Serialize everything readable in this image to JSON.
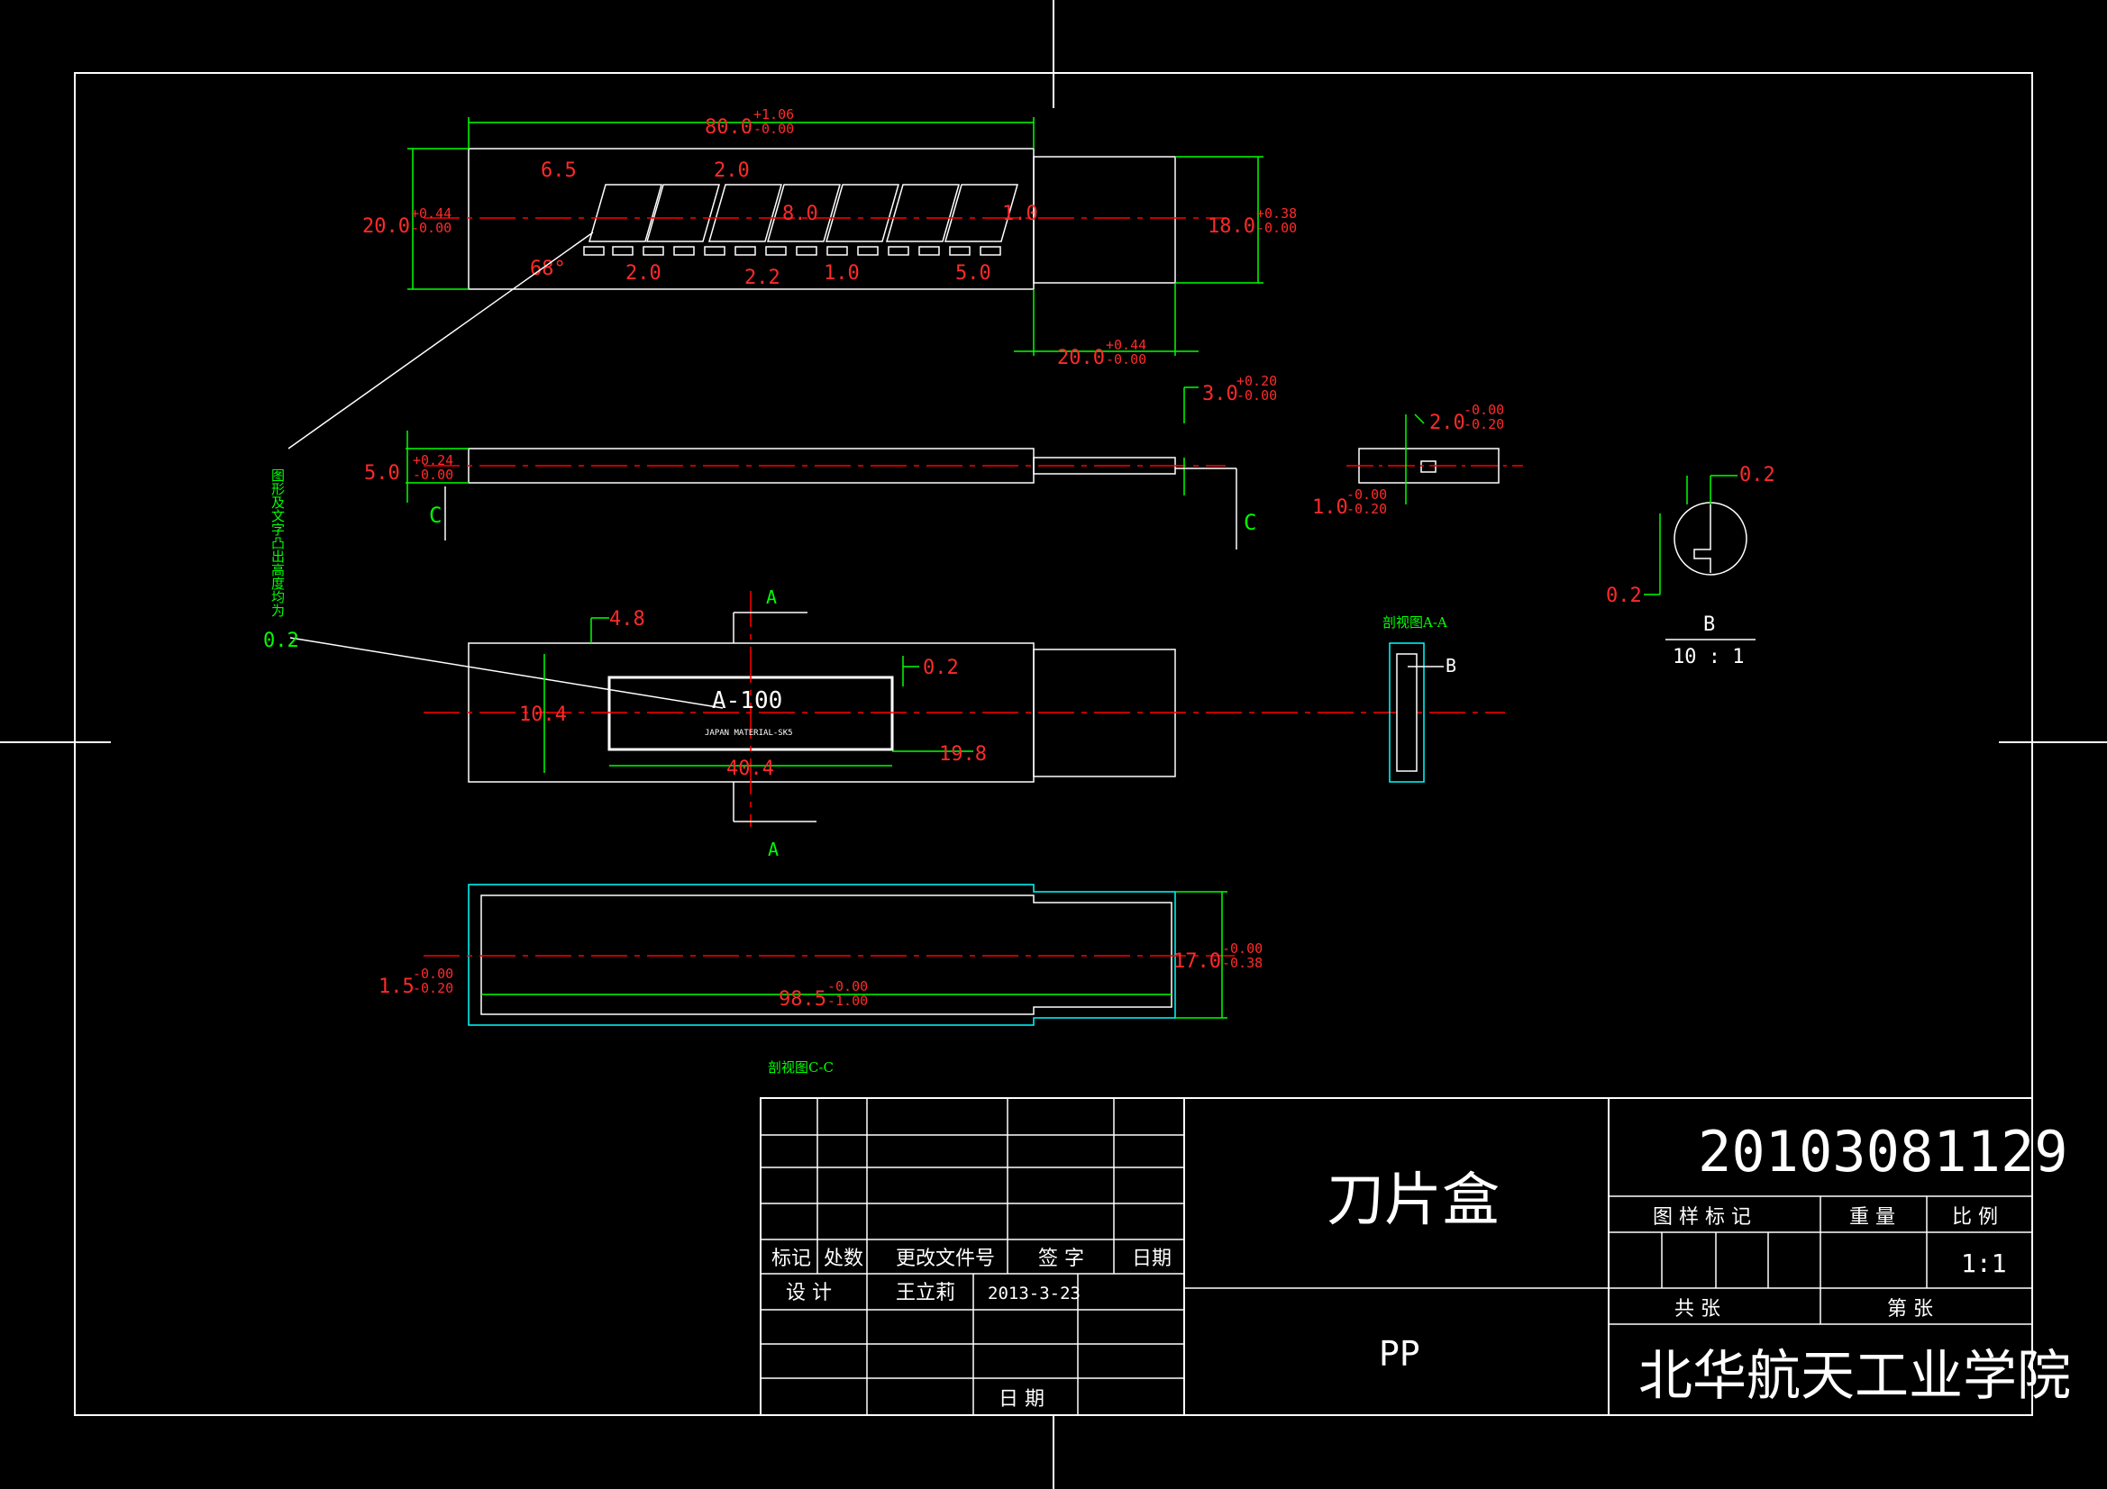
{
  "colors": {
    "background": "#000000",
    "outline": "#ffffff",
    "dimension_text": "#ff2a2a",
    "dimension_line": "#00ff00",
    "hatch": "#00ffff",
    "centerline": "#ff0000"
  },
  "top_view": {
    "overall_length": "80.0",
    "overall_length_tol_upper": "+1.06",
    "overall_length_tol_lower": "-0.00",
    "height": "20.0",
    "height_tol_upper": "+0.44",
    "height_tol_lower": "-0.00",
    "neck_height": "18.0",
    "neck_height_tol_upper": "+0.38",
    "neck_height_tol_lower": "-0.00",
    "neck_length": "20.0",
    "neck_length_tol_upper": "+0.44",
    "neck_length_tol_lower": "-0.00",
    "dim_6_5": "6.5",
    "dim_2_0_top": "2.0",
    "dim_8_0": "8.0",
    "dim_1_0_right": "1.0",
    "angle_68": "68°",
    "dim_2_0_bottom": "2.0",
    "dim_2_2": "2.2",
    "dim_1_0_bottom": "1.0",
    "dim_5_0": "5.0"
  },
  "side_view": {
    "thickness": "5.0",
    "thickness_tol_upper": "+0.24",
    "thickness_tol_lower": "-0.00",
    "tip_dim": "3.0",
    "tip_tol_upper": "+0.20",
    "tip_tol_lower": "-0.00",
    "section_mark_left": "C",
    "section_mark_right": "C"
  },
  "detail_end_view": {
    "dim_2_0": "2.0",
    "dim_2_0_tol_upper": "-0.00",
    "dim_2_0_tol_lower": "-0.20",
    "dim_1_0": "1.0",
    "dim_1_0_tol_upper": "-0.00",
    "dim_1_0_tol_lower": "-0.20"
  },
  "detail_b": {
    "dim_top": "0.2",
    "dim_left": "0.2",
    "label": "B",
    "scale": "10 : 1"
  },
  "note": {
    "vertical_text": "图形及文字凸出高度均为",
    "value": "0.2"
  },
  "front_view": {
    "dim_4_8": "4.8",
    "dim_0_2": "0.2",
    "dim_10_4": "10.4",
    "dim_19_8": "19.8",
    "dim_40_4": "40.4",
    "label_main": "A-100",
    "label_sub": "JAPAN  MATERIAL-SK5",
    "section_mark_top": "A",
    "section_mark_bottom": "A"
  },
  "section_aa": {
    "title": "剖视图A-A",
    "detail_ref": "B"
  },
  "section_cc": {
    "title": "剖视图C-C",
    "height": "17.0",
    "height_tol_upper": "-0.00",
    "height_tol_lower": "-0.38",
    "length": "98.5",
    "length_tol_upper": "-0.00",
    "length_tol_lower": "-1.00",
    "wall": "1.5",
    "wall_tol_upper": "-0.00",
    "wall_tol_lower": "-0.20"
  },
  "title_block": {
    "drawing_number": "20103081129",
    "part_name": "刀片盒",
    "material": "PP",
    "school": "北华航天工业学院",
    "col_mark": "标记",
    "col_count": "处数",
    "col_change_doc": "更改文件号",
    "col_sign": "签 字",
    "col_date": "日期",
    "design_label": "设  计",
    "designer": "王立莉",
    "design_date": "2013-3-23",
    "date_label": "日  期",
    "sample_mark": "图 样 标 记",
    "weight": "重 量",
    "scale_label": "比 例",
    "scale_value": "1:1",
    "total_sheets": "共   张",
    "sheet_no": "第   张"
  }
}
